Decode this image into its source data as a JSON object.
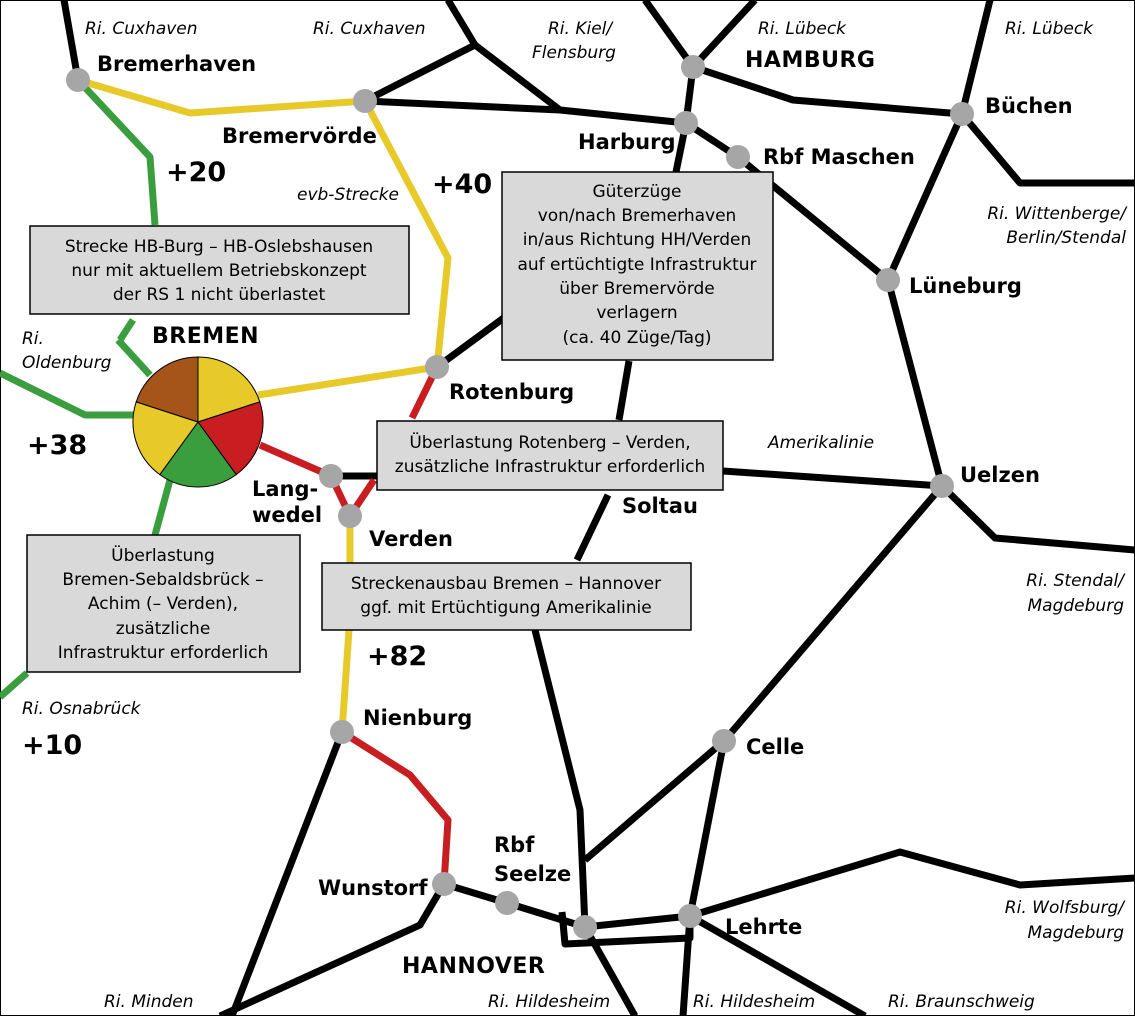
{
  "cities": {
    "bremerhaven": "Bremerhaven",
    "bremervoerde": "Bremervörde",
    "harburg": "Harburg",
    "rbf_maschen": "Rbf Maschen",
    "hamburg": "HAMBURG",
    "buechen": "Büchen",
    "lueneburg": "Lüneburg",
    "bremen": "BREMEN",
    "rotenburg": "Rotenburg",
    "langwedel_1": "Lang-",
    "langwedel_2": "wedel",
    "verden": "Verden",
    "soltau": "Soltau",
    "uelzen": "Uelzen",
    "nienburg": "Nienburg",
    "celle": "Celle",
    "rbf_seelze_1": "Rbf",
    "rbf_seelze_2": "Seelze",
    "wunstorf": "Wunstorf",
    "lehrte": "Lehrte",
    "hannover": "HANNOVER"
  },
  "directions": {
    "cuxhaven_1": "Ri. Cuxhaven",
    "cuxhaven_2": "Ri. Cuxhaven",
    "kiel_1": "Ri. Kiel/",
    "kiel_2": "Flensburg",
    "luebeck_1": "Ri. Lübeck",
    "luebeck_2": "Ri. Lübeck",
    "wittenberge_1": "Ri. Wittenberge/",
    "wittenberge_2": "Berlin/Stendal",
    "oldenburg_1": "Ri.",
    "oldenburg_2": "Oldenburg",
    "evb": "evb-Strecke",
    "amerikalinie": "Amerikalinie",
    "stendal_1": "Ri. Stendal/",
    "stendal_2": "Magdeburg",
    "osnabrueck": "Ri. Osnabrück",
    "wolfsburg_1": "Ri. Wolfsburg/",
    "wolfsburg_2": "Magdeburg",
    "minden": "Ri. Minden",
    "hildesheim_1": "Ri. Hildesheim",
    "hildesheim_2": "Ri. Hildesheim",
    "braunschweig": "Ri. Braunschweig"
  },
  "increments": {
    "plus20": "+20",
    "plus40": "+40",
    "plus38": "+38",
    "plus82": "+82",
    "plus10": "+10"
  },
  "notes": {
    "oslebshausen": [
      "Strecke HB-Burg – HB-Oslebshausen",
      "nur mit aktuellem Betriebskonzept",
      "der RS 1 nicht überlastet"
    ],
    "gueterzuege": [
      "Güterzüge",
      "von/nach Bremerhaven",
      "in/aus Richtung HH/Verden",
      "auf ertüchtigte Infrastruktur",
      "über Bremervörde",
      "verlagern",
      "(ca. 40 Züge/Tag)"
    ],
    "rotenberg": [
      "Überlastung Rotenberg – Verden,",
      "zusätzliche Infrastruktur erforderlich"
    ],
    "sebaldsbrueck": [
      "Überlastung",
      "Bremen-Sebaldsbrück –",
      "Achim (– Verden),",
      "zusätzliche",
      "Infrastruktur erforderlich"
    ],
    "streckenausbau": [
      "Streckenausbau Bremen – Hannover",
      "ggf. mit Ertüchtigung Amerikalinie"
    ]
  },
  "colors": {
    "black_line": "#000000",
    "yellow_line": "#e8c92a",
    "green_line": "#3a9e3e",
    "red_line": "#c81e22",
    "station": "#a6a6a6",
    "note_fill": "#d9d9d9",
    "pie_brown": "#a5541a",
    "pie_yellow": "#e8c92a",
    "pie_red": "#c81e22",
    "pie_green": "#3a9e3e"
  }
}
